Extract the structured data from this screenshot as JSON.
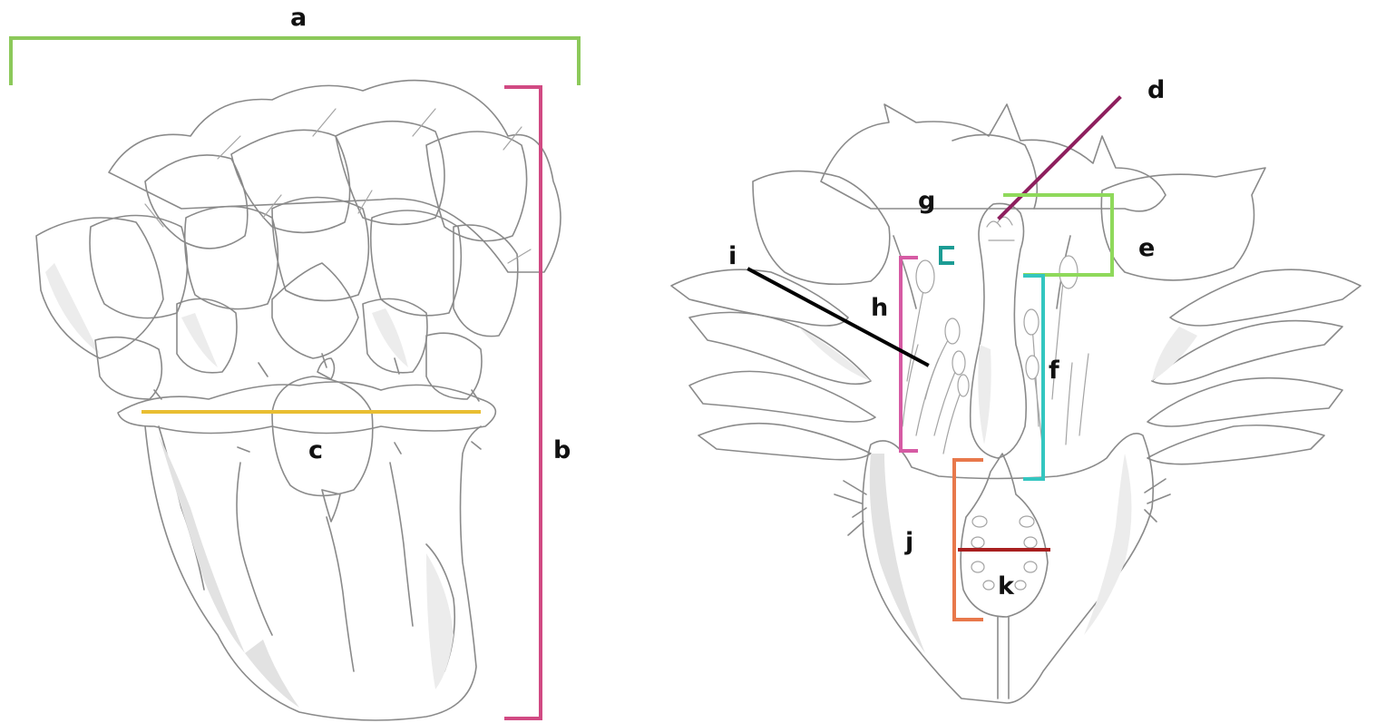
{
  "labels": {
    "a": "a",
    "b": "b",
    "c": "c",
    "d": "d",
    "e": "e",
    "f": "f",
    "g": "g",
    "h": "h",
    "i": "i",
    "j": "j",
    "k": "k"
  },
  "colors": {
    "a": "#8cc95a",
    "b": "#d14a83",
    "c": "#e9be32",
    "d": "#8e1f5e",
    "e": "#8fd95b",
    "f": "#34c6c0",
    "g": "#1c9c94",
    "h": "#d65ba4",
    "i": "#000000",
    "j": "#e8784b",
    "k": "#a81f1f",
    "sketch": "#8a8a8a",
    "background": "#ffffff"
  }
}
